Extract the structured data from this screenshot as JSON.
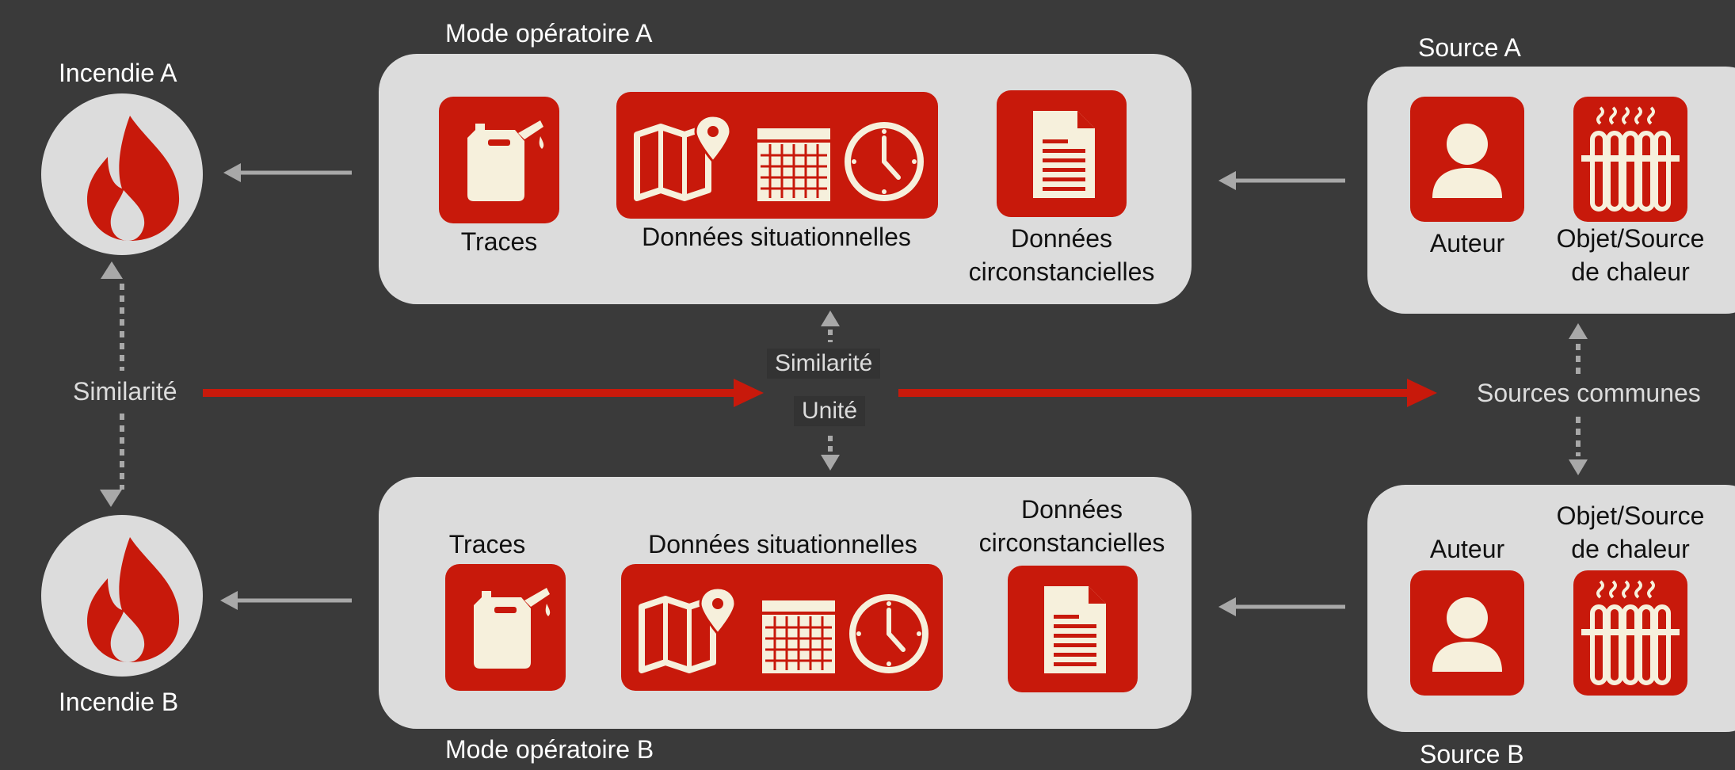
{
  "incendie": {
    "a": "Incendie A",
    "b": "Incendie B"
  },
  "mode": {
    "a": {
      "title": "Mode opératoire A",
      "traces": "Traces",
      "situationnelles": "Données situationnelles",
      "circ_line1": "Données",
      "circ_line2": "circonstancielles"
    },
    "b": {
      "title": "Mode opératoire B",
      "traces": "Traces",
      "situationnelles": "Données situationnelles",
      "circ_line1": "Données",
      "circ_line2": "circonstancielles"
    }
  },
  "source": {
    "a": {
      "title": "Source A",
      "auteur": "Auteur",
      "objet_line1": "Objet/Source",
      "objet_line2": "de chaleur"
    },
    "b": {
      "title": "Source B",
      "auteur": "Auteur",
      "objet_line1": "Objet/Source",
      "objet_line2": "de chaleur"
    }
  },
  "links": {
    "similarite_left": "Similarité",
    "similarite_mid": "Similarité",
    "unite": "Unité",
    "sources_communes": "Sources communes"
  },
  "colors": {
    "background": "#3a3a3a",
    "panel": "#dcdcdc",
    "accent_red": "#c8190b",
    "icon_cream": "#f6f0dc",
    "connector_grey": "#a8a8a8"
  },
  "icons": [
    "flame-icon",
    "jerrycan-icon",
    "map-pin-icon",
    "calendar-icon",
    "clock-icon",
    "document-icon",
    "person-icon",
    "radiator-icon"
  ]
}
